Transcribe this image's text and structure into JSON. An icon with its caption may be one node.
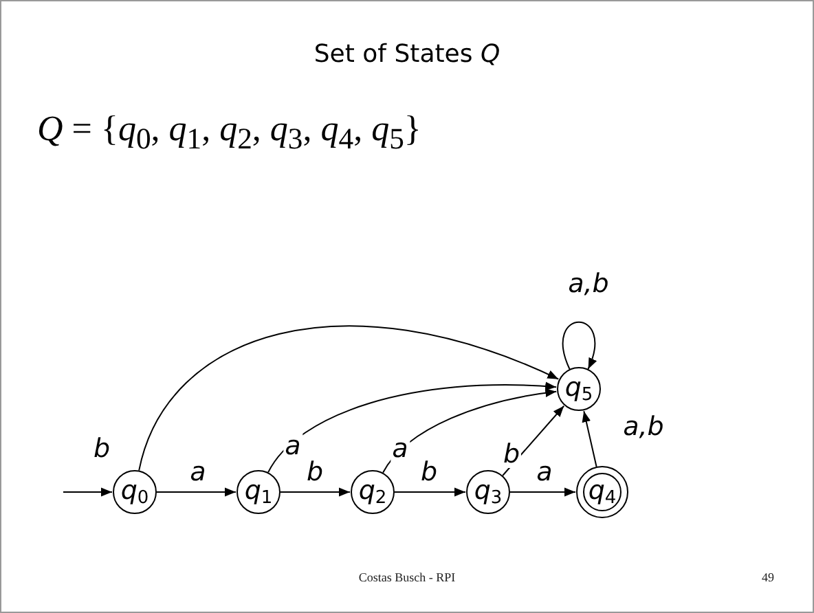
{
  "diagram": {
    "title": "Set of States *Q*",
    "nodes": [
      {
        "text": [
          "q$_{0}$"
        ]
      },
      {
        "text": [
          "q$_{1}$"
        ]
      },
      {
        "text": [
          "q$_{2}$"
        ]
      },
      {
        "text": [
          "q$_{3}$"
        ]
      },
      {
        "text": [
          "q$_{4}$"
        ]
      },
      {
        "text": [
          "q$_{5}$"
        ]
      }
    ],
    "edges": [
      {
        "from": null,
        "to": 0,
        "arrow": "to"
      },
      {
        "from": 0,
        "to": 1,
        "arrow": "to",
        "label": "a"
      },
      {
        "from": 1,
        "to": 2,
        "arrow": "to",
        "label": "b"
      },
      {
        "from": 2,
        "to": 3,
        "arrow": "to",
        "label": "b"
      },
      {
        "from": 3,
        "to": 4,
        "arrow": "to",
        "label": "a"
      },
      {
        "from": 0,
        "to": 5,
        "arrow": "to",
        "label": "b"
      },
      {
        "from": 1,
        "to": 5,
        "arrow": "to",
        "label": "a"
      },
      {
        "from": 2,
        "to": 5,
        "arrow": "to",
        "label": "a"
      },
      {
        "from": 3,
        "to": 5,
        "arrow": "to",
        "label": "b"
      },
      {
        "from": 4,
        "to": 5,
        "arrow": "to",
        "label": "a,b"
      },
      {
        "from": 5,
        "to": 5,
        "arrow": "to",
        "label": "a,b"
      }
    ],
    "labels": [
      "*Q* = {*q*$_{0}$, *q*$_{1}$, *q*$_{2}$, *q*$_{3}$, *q*$_{4}$, *q*$_{5}$}",
      "Costas Busch - RPI",
      "49"
    ]
  }
}
